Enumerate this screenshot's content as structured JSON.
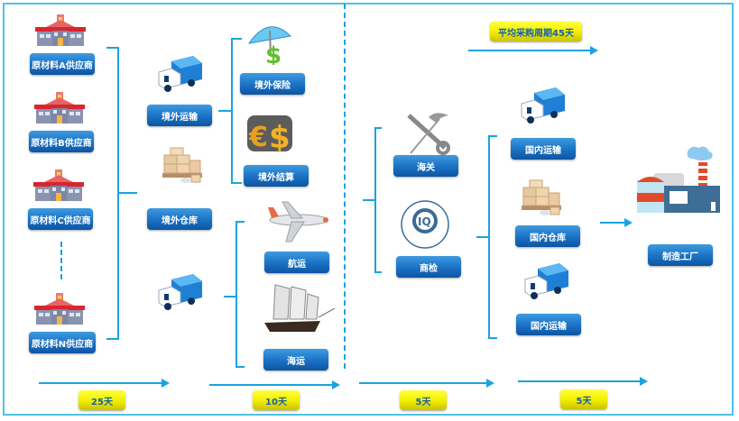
{
  "diagram": {
    "title_badge": "平均采购周期45天",
    "suppliers": [
      {
        "label": "原材料A供应商",
        "icon": "school-building-icon"
      },
      {
        "label": "原材料B供应商",
        "icon": "school-building-icon"
      },
      {
        "label": "原材料C供应商",
        "icon": "school-building-icon"
      },
      {
        "label": "原材料N供应商",
        "icon": "school-building-icon"
      }
    ],
    "overseas": {
      "transport": {
        "label": "境外运输",
        "icon": "truck-icon"
      },
      "warehouse": {
        "label": "境外仓库",
        "icon": "boxes-pallet-icon"
      },
      "transport2": {
        "icon": "truck-icon"
      },
      "insurance": {
        "label": "境外保险",
        "icon": "umbrella-dollar-icon"
      },
      "settlement": {
        "label": "境外结算",
        "icon": "currency-icon"
      },
      "air": {
        "label": "航运",
        "icon": "airplane-icon"
      },
      "sea": {
        "label": "海运",
        "icon": "sailing-ship-icon"
      }
    },
    "clearance": {
      "customs": {
        "label": "海关",
        "icon": "customs-emblem-icon"
      },
      "inspection": {
        "label": "商检",
        "icon": "ciq-seal-icon"
      }
    },
    "domestic": {
      "transport1": {
        "label": "国内运输",
        "icon": "truck-icon"
      },
      "warehouse": {
        "label": "国内仓库",
        "icon": "boxes-pallet-icon"
      },
      "transport2": {
        "label": "国内运输",
        "icon": "truck-icon"
      }
    },
    "factory": {
      "label": "制造工厂",
      "icon": "factory-icon"
    },
    "durations": [
      "25天",
      "10天",
      "5天",
      "5天"
    ],
    "colors": {
      "accent": "#1aa3e0",
      "button": "#1d74c6",
      "badge": "#f4f000",
      "badge_text": "#1560a8"
    }
  }
}
